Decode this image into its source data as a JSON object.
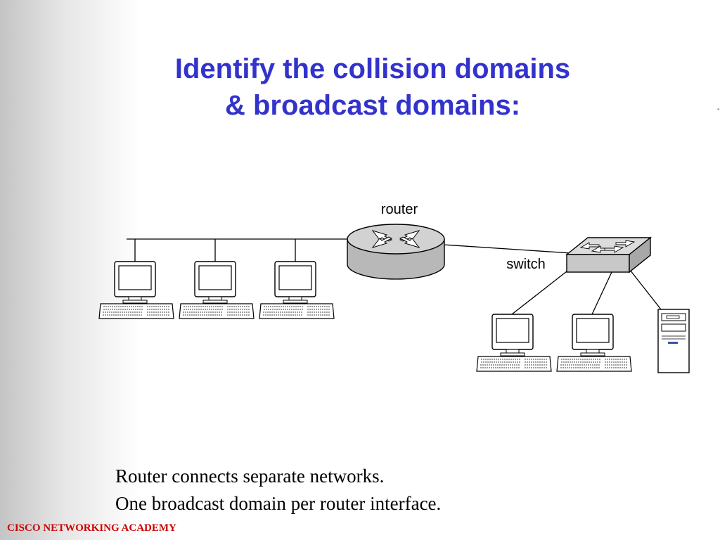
{
  "slide": {
    "title_lines": [
      "Identify the collision domains",
      "& broadcast domains:"
    ],
    "caption_lines": [
      "Router connects separate networks.",
      "One broadcast domain per router interface."
    ],
    "footer": "CISCO NETWORKING ACADEMY",
    "corner_mark": "-"
  },
  "diagram": {
    "labels": {
      "router": "router",
      "switch": "switch"
    },
    "nodes": [
      {
        "id": "router",
        "kind": "router",
        "icon": "router-icon"
      },
      {
        "id": "switch",
        "kind": "switch",
        "icon": "switch-icon"
      },
      {
        "id": "pc-1",
        "kind": "workstation",
        "icon": "workstation-icon",
        "attached_to": "bus"
      },
      {
        "id": "pc-2",
        "kind": "workstation",
        "icon": "workstation-icon",
        "attached_to": "bus"
      },
      {
        "id": "pc-3",
        "kind": "workstation",
        "icon": "workstation-icon",
        "attached_to": "bus"
      },
      {
        "id": "pc-4",
        "kind": "workstation",
        "icon": "workstation-icon",
        "attached_to": "switch"
      },
      {
        "id": "pc-5",
        "kind": "workstation",
        "icon": "workstation-icon",
        "attached_to": "switch"
      },
      {
        "id": "server",
        "kind": "server",
        "icon": "server-tower-icon",
        "attached_to": "switch"
      }
    ],
    "edges": [
      [
        "bus",
        "router"
      ],
      [
        "router",
        "switch"
      ],
      [
        "switch",
        "pc-4"
      ],
      [
        "switch",
        "pc-5"
      ],
      [
        "switch",
        "server"
      ]
    ],
    "colors": {
      "title": "#3333cc",
      "footer": "#cc0000",
      "router_body": "#b8b8b8",
      "switch_body": "#c8c8c8"
    }
  }
}
